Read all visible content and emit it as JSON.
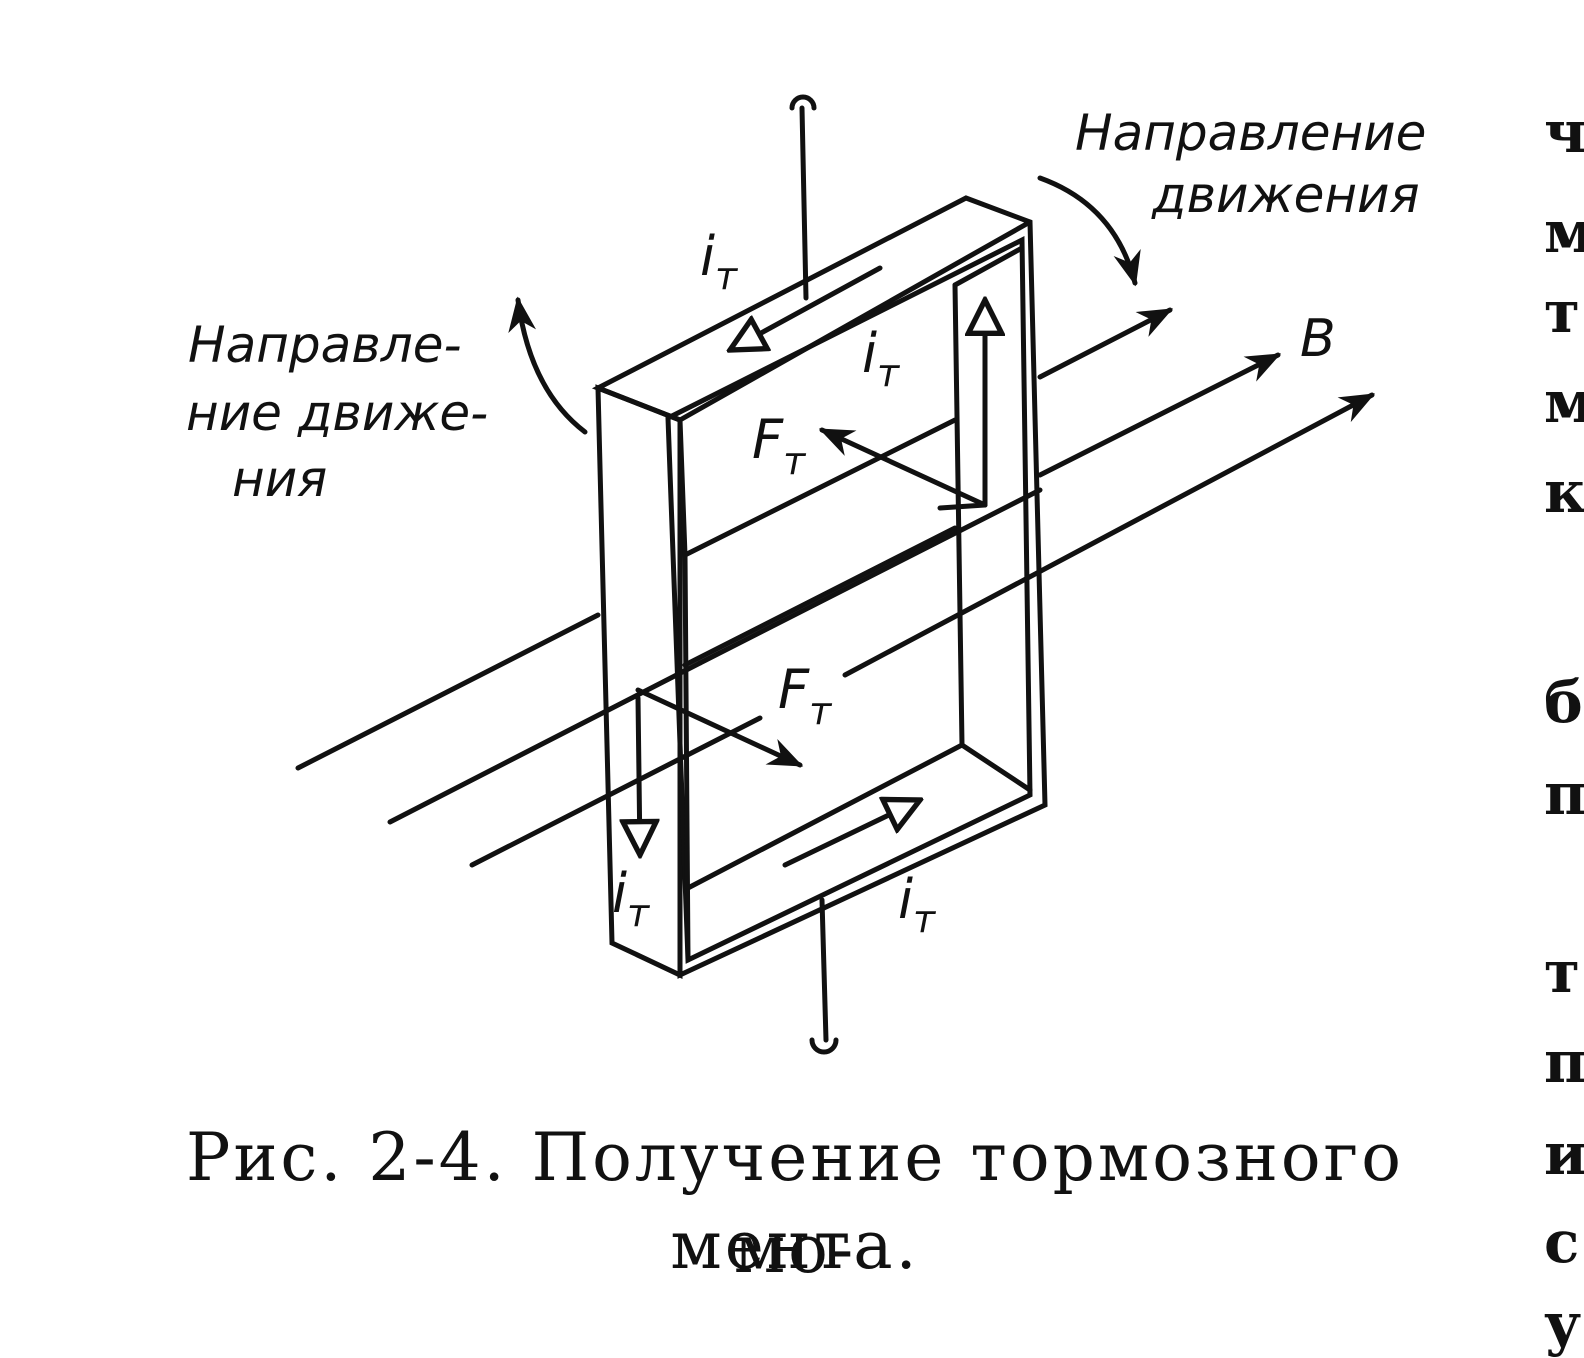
{
  "labels": {
    "motion_right": [
      "Направление",
      "движения"
    ],
    "motion_left": [
      "Направле-",
      "ние движе-",
      "ния"
    ],
    "current": "i",
    "current_sub": "т",
    "force": "F",
    "force_sub": "т",
    "field": "B"
  },
  "caption": {
    "line1": "Рис. 2-4. Получение тормозного мо-",
    "line2": "мента."
  },
  "margin_letters": [
    "ч",
    "м",
    "т",
    "м",
    "к",
    "б",
    "п",
    "т",
    "п",
    "и",
    "с",
    "у"
  ]
}
